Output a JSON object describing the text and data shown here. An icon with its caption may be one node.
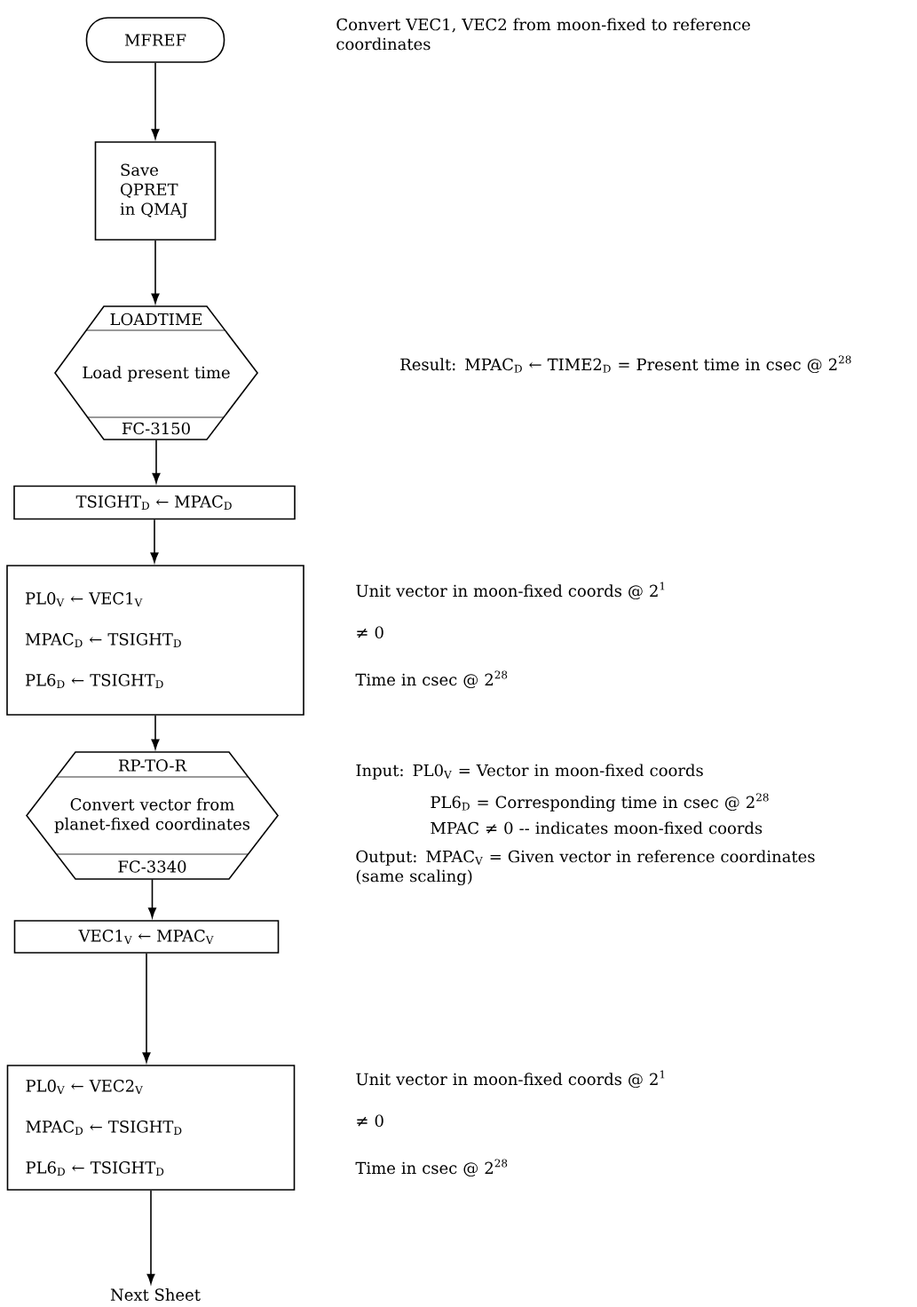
{
  "diagram": {
    "nodes": [
      {
        "text": [
          "MFREF"
        ]
      },
      {
        "text": [
          "Save QPRET in QMAJ"
        ]
      },
      {
        "text": [
          "LOADTIME",
          "Load present time",
          "FC-3150"
        ]
      },
      {
        "text": [
          "TSIGHT$_{D}$ ← MPAC$_{D}$"
        ]
      },
      {
        "text": [
          "PL0$_{V}$ ← VEC1$_{V}$",
          "MPAC$_{D}$ ← TSIGHT$_{D}$",
          "PL6$_{D}$ ← TSIGHT$_{D}$"
        ],
        "beside": [
          "Unit vector in moon-fixed coords @ 2$^{1}$",
          "≠ 0",
          "Time in csec @ 2$^{28}$"
        ]
      },
      {
        "text": [
          "RP-TO-R",
          "Convert vector from planet-fixed coordinates",
          "FC-3340"
        ],
        "beside": [
          "Input: PL0$_{V}$ = Vector in moon-fixed coords",
          "PL6$_{D}$ = Corresponding time in csec @ 2$^{28}$",
          "MPAC ≠ 0 -- indicates moon-fixed coords",
          "Output: MPAC$_{V}$ = Given vector in reference coordinates (same scaling)"
        ]
      },
      {
        "text": [
          "VEC1$_{V}$ ← MPAC$_{V}$"
        ]
      },
      {
        "text": [
          "PL0$_{V}$ ← VEC2$_{V}$",
          "MPAC$_{D}$ ← TSIGHT$_{D}$",
          "PL6$_{D}$ ← TSIGHT$_{D}$"
        ],
        "beside": [
          "Unit vector in moon-fixed coords @ 2$^{1}$",
          "≠ 0",
          "Time in csec @ 2$^{28}$"
        ]
      },
      {
        "text": [
          "Next Sheet"
        ]
      }
    ],
    "edges": [
      {
        "from": 0,
        "to": 1,
        "arrow": "to"
      },
      {
        "from": 1,
        "to": 2,
        "arrow": "to"
      },
      {
        "from": 2,
        "to": 3,
        "arrow": "to"
      },
      {
        "from": 3,
        "to": 4,
        "arrow": "to"
      },
      {
        "from": 4,
        "to": 5,
        "arrow": "to"
      },
      {
        "from": 5,
        "to": 6,
        "arrow": "to"
      },
      {
        "from": 6,
        "to": 7,
        "arrow": "to"
      },
      {
        "from": 7,
        "to": 8,
        "arrow": "to"
      }
    ],
    "labels": [
      "Convert VEC1, VEC2 from moon-fixed to reference coordinates",
      "Result: MPAC$_{D}$ ← TIME2$_{D}$ = Present time in csec @ 2$^{28}$"
    ]
  }
}
